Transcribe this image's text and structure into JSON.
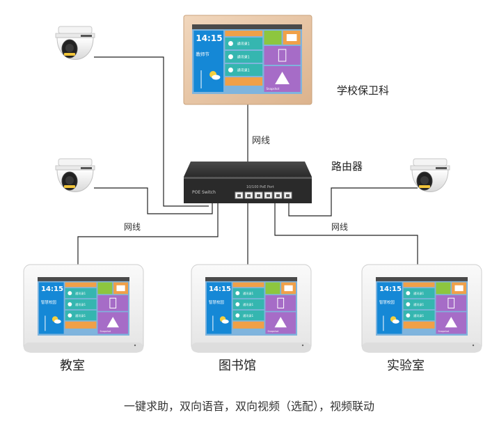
{
  "labels": {
    "security_office": "学校保卫科",
    "router": "路由器",
    "cable_top": "网线",
    "cable_left": "网线",
    "cable_right": "网线",
    "classroom": "教室",
    "library": "图书馆",
    "laboratory": "实验室",
    "caption": "一键求助，双向语音，双向视频（选配），视频联动"
  },
  "switch": {
    "model_label": "POE Switch",
    "port_label": "10/100 PoE Port"
  },
  "screen": {
    "time": "14:15",
    "main_notice": "教师节",
    "panel_notice": "智慧校园",
    "contact_label": "通讯录1",
    "bottom_label": "Snapshot"
  },
  "colors": {
    "line": "#222222",
    "orange": "#f0a048",
    "teal": "#35b6b0",
    "green": "#8dc63f",
    "purple": "#a66cc7",
    "blue": "#1588d6",
    "gold_panel": "#e6c6a4",
    "white_panel": "#eeeeee",
    "switch_body": "#2d2d2d"
  }
}
